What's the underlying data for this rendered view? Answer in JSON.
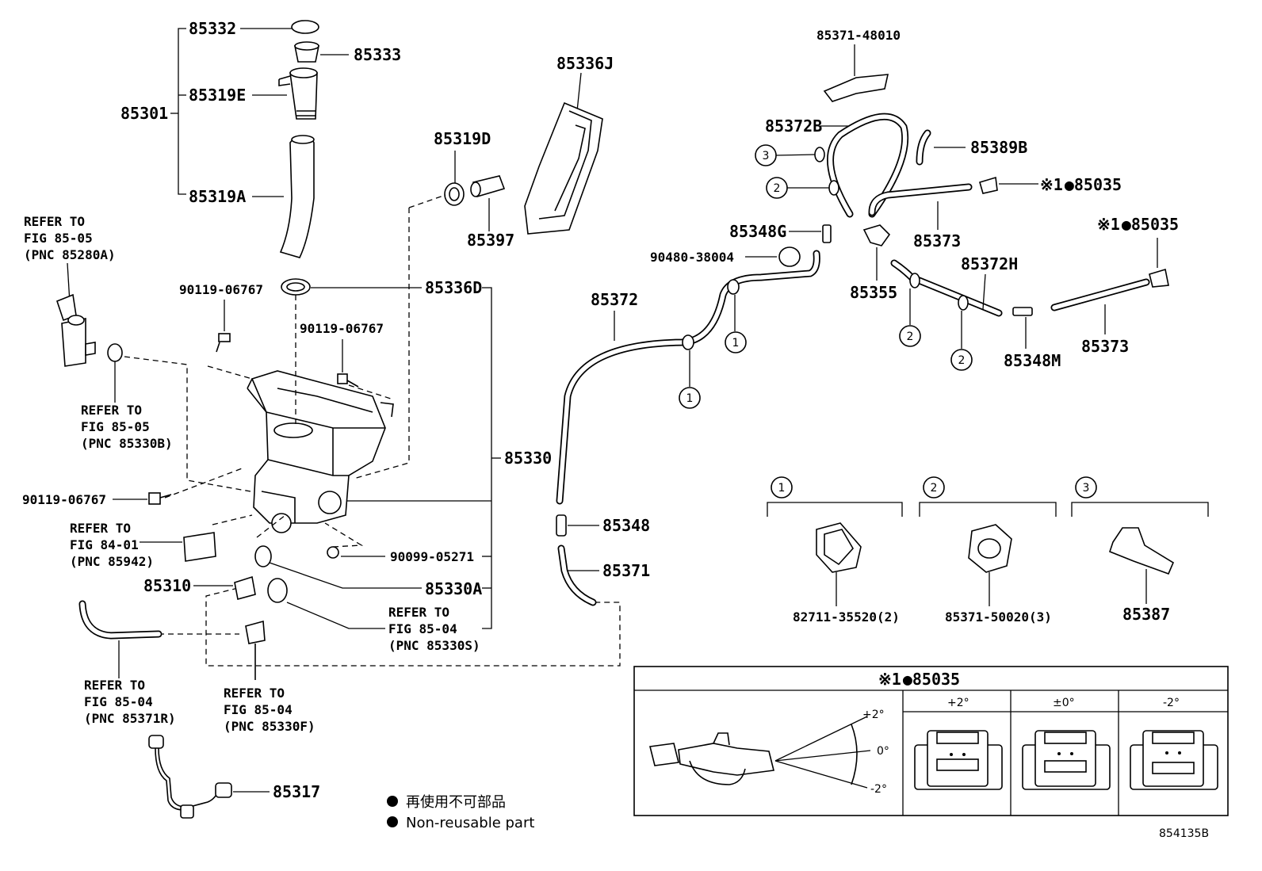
{
  "parts": {
    "p85332": "85332",
    "p85333": "85333",
    "p85301": "85301",
    "p85319E": "85319E",
    "p85319A": "85319A",
    "p85336J": "85336J",
    "p85319D": "85319D",
    "p85397": "85397",
    "p85336D": "85336D",
    "p85330": "85330",
    "p85330A": "85330A",
    "p85310": "85310",
    "p85317": "85317",
    "p85348": "85348",
    "p85371": "85371",
    "p85372": "85372",
    "p85371_48010": "85371-48010",
    "p85372B": "85372B",
    "p85389B": "85389B",
    "p85035_a": "85035",
    "p85035_b": "85035",
    "p85373_a": "85373",
    "p85373_b": "85373",
    "p85348G": "85348G",
    "p90480_38004": "90480-38004",
    "p85355": "85355",
    "p85372H": "85372H",
    "p85348M": "85348M",
    "p90119_a": "90119-06767",
    "p90119_b": "90119-06767",
    "p90119_c": "90119-06767",
    "p90099_05271": "90099-05271",
    "p82711": "82711-35520(2)",
    "p85371_50020": "85371-50020(3)",
    "p85387": "85387",
    "mark_1": "※1"
  },
  "refs": {
    "r1": [
      "REFER TO",
      "FIG 85-05",
      "(PNC 85280A)"
    ],
    "r2": [
      "REFER TO",
      "FIG 85-05",
      "(PNC 85330B)"
    ],
    "r3": [
      "REFER TO",
      "FIG 84-01",
      "(PNC 85942)"
    ],
    "r4": [
      "REFER TO",
      "FIG 85-04",
      "(PNC 85330S)"
    ],
    "r5": [
      "REFER TO",
      "FIG 85-04",
      "(PNC 85371R)"
    ],
    "r6": [
      "REFER TO",
      "FIG 85-04",
      "(PNC 85330F)"
    ]
  },
  "callouts": [
    "1",
    "2",
    "3"
  ],
  "detail_box": {
    "title": "※1●85035",
    "angles": [
      "+2°",
      "0°",
      "-2°"
    ],
    "columns": [
      "+2°",
      "±0°",
      "-2°"
    ]
  },
  "legend": {
    "jp": "再使用不可部品",
    "en": "Non-reusable part"
  },
  "drawing_number": "854135B"
}
